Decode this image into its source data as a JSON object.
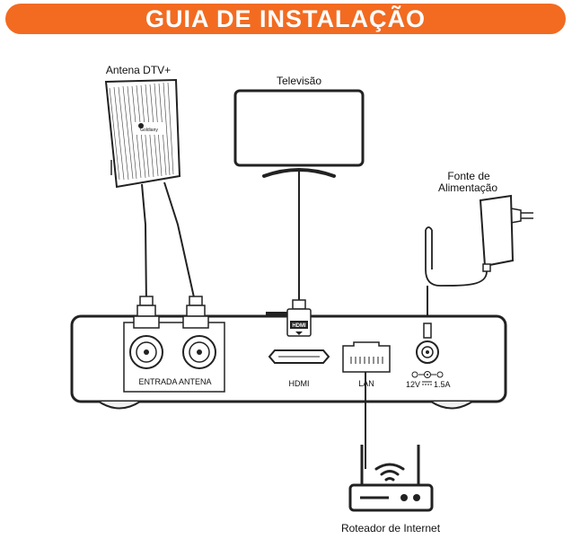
{
  "banner": {
    "title": "GUIA DE INSTALAÇÃO",
    "color": "#f26b21"
  },
  "labels": {
    "antenna": "Antena DTV+",
    "antenna_brand": "Goldiany",
    "tv": "Televisão",
    "power_supply_line1": "Fonte de",
    "power_supply_line2": "Alimentação",
    "router": "Roteador de Internet"
  },
  "ports": {
    "antenna_input": "ENTRADA ANTENA",
    "hdmi": "HDMI",
    "hdmi_plug": "HDMI",
    "lan": "LAN",
    "power_rating_left": "12V",
    "power_rating_right": "1.5A"
  },
  "colors": {
    "line": "#222222",
    "device_face": "#ffffff"
  },
  "icons": [
    "antenna-icon",
    "tv-icon",
    "power-adapter-icon",
    "router-icon",
    "wifi-icon",
    "coax-connector-icon",
    "hdmi-port-icon",
    "lan-port-icon",
    "dc-jack-icon"
  ]
}
